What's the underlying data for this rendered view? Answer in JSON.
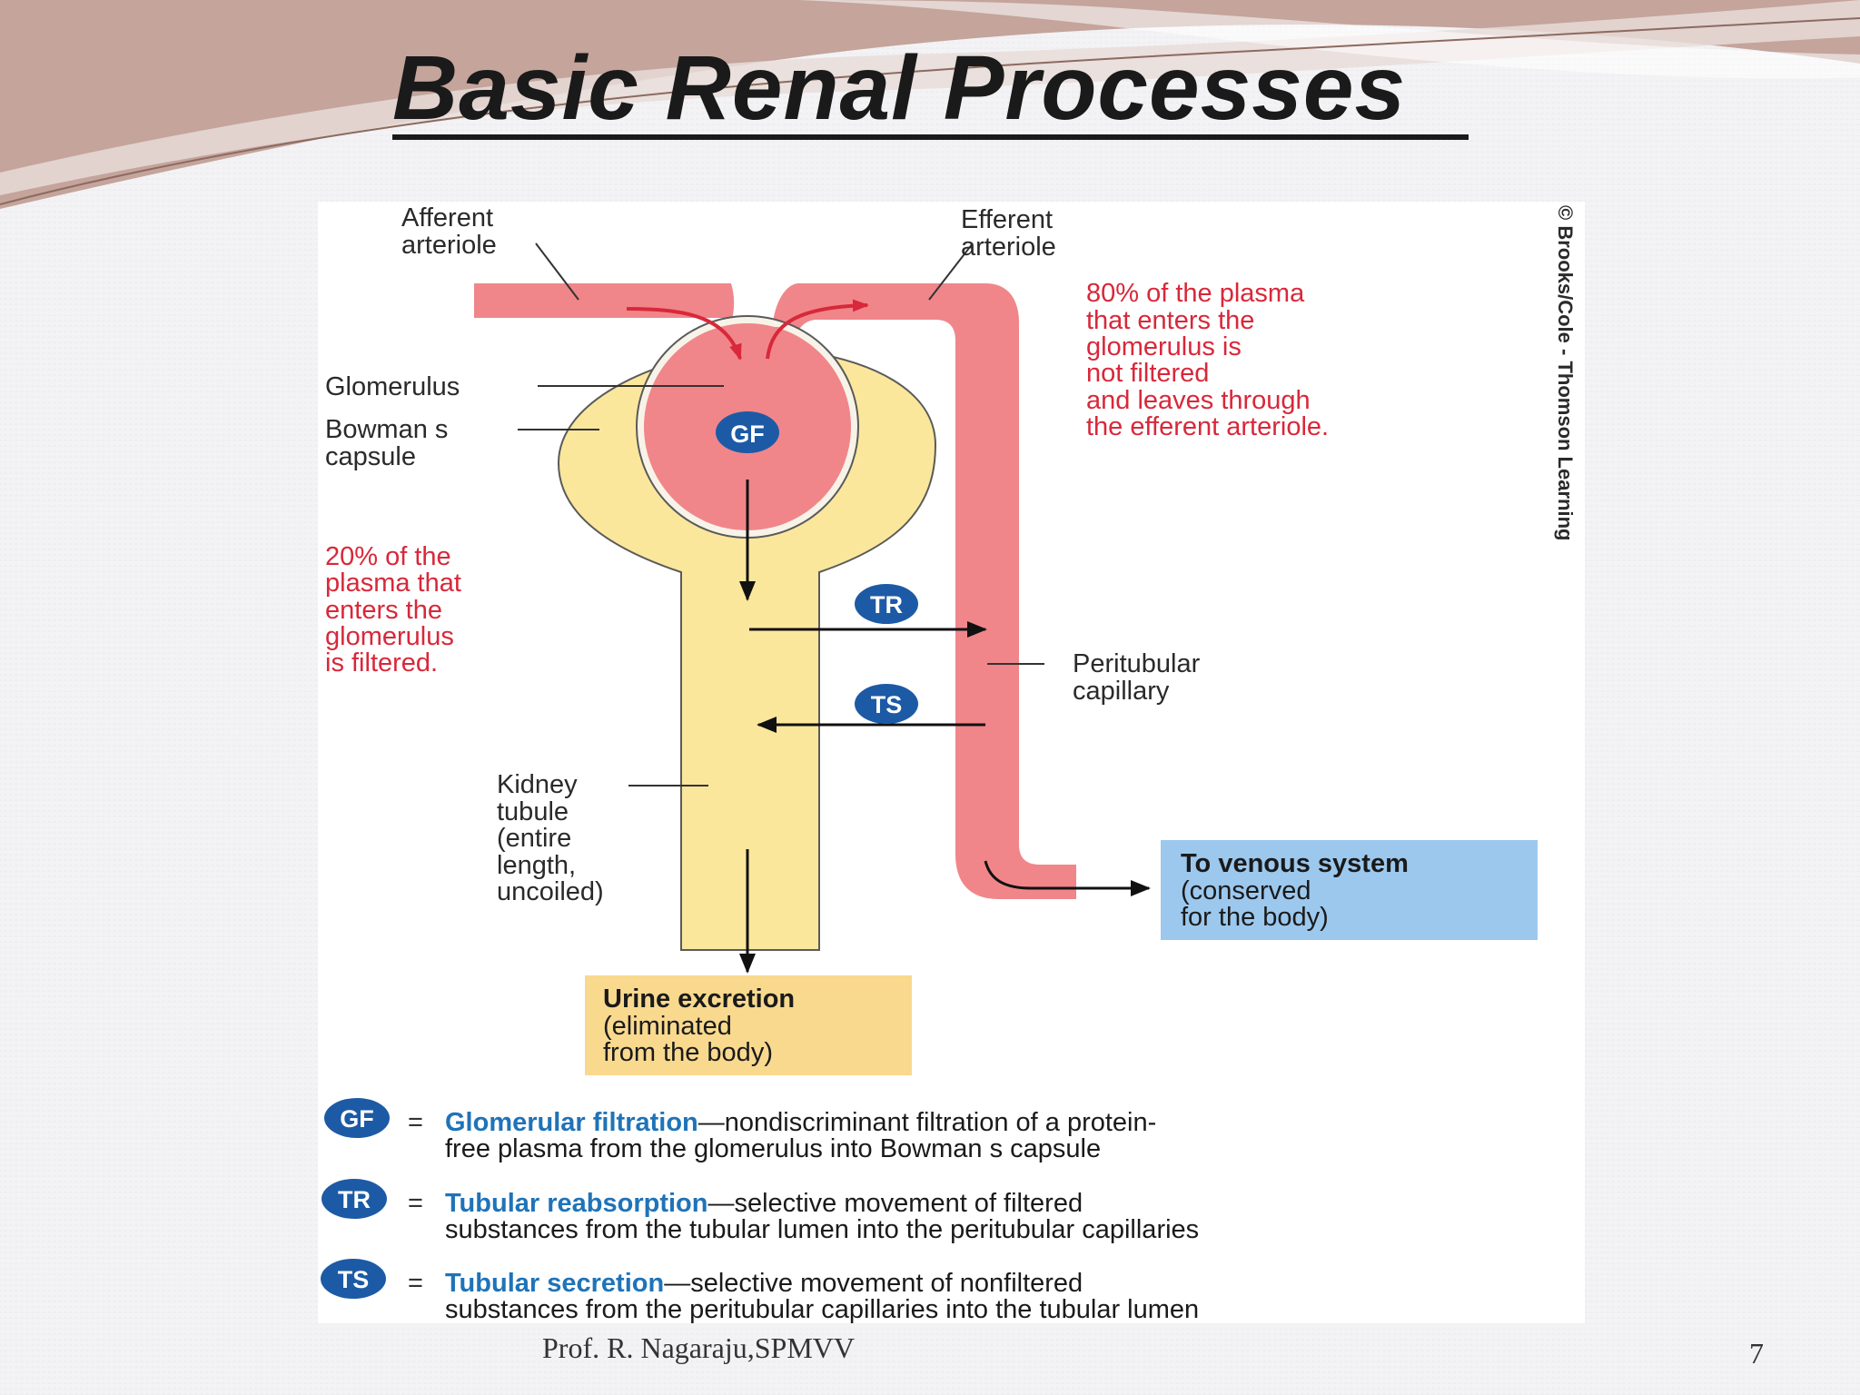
{
  "slide": {
    "title": "Basic Renal Processes",
    "footer": "Prof. R. Nagaraju,SPMVV",
    "page_number": "7"
  },
  "diagram": {
    "copyright": "© Brooks/Cole - Thomson Learning",
    "labels": {
      "afferent_line1": "Afferent",
      "afferent_line2": "arteriole",
      "efferent_line1": "Efferent",
      "efferent_line2": "arteriole",
      "glomerulus": "Glomerulus",
      "bowman_line1": "Bowman   s",
      "bowman_line2": "capsule",
      "peritubular_line1": "Peritubular",
      "peritubular_line2": "capillary",
      "kidney_line1": "Kidney",
      "kidney_line2": "tubule",
      "kidney_line3": "(entire",
      "kidney_line4": "length,",
      "kidney_line5": "uncoiled)"
    },
    "note_80": [
      "80% of the plasma",
      "that enters the",
      "glomerulus is",
      "not filtered",
      "and leaves through",
      "the efferent arteriole."
    ],
    "note_20": [
      "20% of the",
      "plasma that",
      "enters the",
      "glomerulus",
      "is filtered."
    ],
    "badges": {
      "gf": "GF",
      "tr": "TR",
      "ts": "TS"
    },
    "venous_box": {
      "title": "To venous system",
      "line1": "(conserved",
      "line2": "for the body)"
    },
    "urine_box": {
      "title": "Urine excretion",
      "line1": "(eliminated",
      "line2": "from the body)"
    },
    "legend": [
      {
        "badge": "GF",
        "eq": "=",
        "term": "Glomerular filtration",
        "desc1": "—nondiscriminant filtration of a protein-",
        "desc2": "free plasma from the glomerulus into Bowman   s capsule"
      },
      {
        "badge": "TR",
        "eq": "=",
        "term": "Tubular reabsorption",
        "desc1": "—selective movement of filtered",
        "desc2": "substances from the tubular lumen into the peritubular capillaries"
      },
      {
        "badge": "TS",
        "eq": "=",
        "term": "Tubular secretion",
        "desc1": "—selective movement of nonfiltered",
        "desc2": "substances from the peritubular capillaries into the tubular lumen"
      }
    ],
    "colors": {
      "vessel": "#f0868a",
      "tubule": "#fbe79c",
      "outline": "#5a5a5a",
      "note_red": "#d8283a",
      "badge_blue": "#1c5aa6",
      "legend_term": "#1f73b8",
      "venous_box": "#9cc8ee",
      "urine_box": "#f8d98e"
    }
  }
}
